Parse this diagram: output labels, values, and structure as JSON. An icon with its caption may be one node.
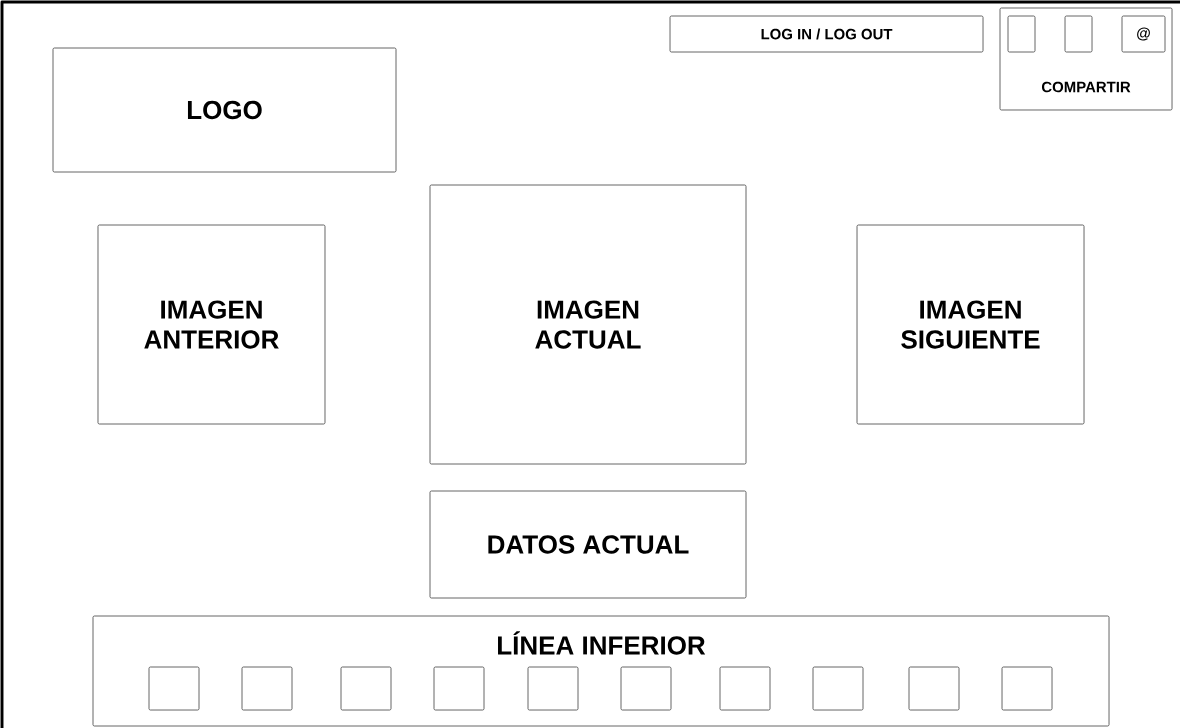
{
  "diagram": {
    "nodes": [
      {
        "text": [
          "LOG IN / LOG OUT"
        ]
      },
      {
        "text": [
          "COMPARTIR"
        ]
      },
      {
        "text": [],
        "shape": "box",
        "in": 1
      },
      {
        "text": [],
        "shape": "box",
        "in": 1
      },
      {
        "text": [
          "@"
        ],
        "in": 1
      },
      {
        "text": [
          "LOGO"
        ]
      },
      {
        "text": [
          "IMAGEN ANTERIOR"
        ]
      },
      {
        "text": [
          "IMAGEN ACTUAL"
        ]
      },
      {
        "text": [
          "IMAGEN SIGUIENTE"
        ]
      },
      {
        "text": [
          "DATOS ACTUAL"
        ]
      },
      {
        "text": [
          "LÍNEA INFERIOR"
        ]
      },
      {
        "text": [],
        "shape": "box",
        "in": 10
      },
      {
        "text": [],
        "shape": "box",
        "in": 10
      },
      {
        "text": [],
        "shape": "box",
        "in": 10
      },
      {
        "text": [],
        "shape": "box",
        "in": 10
      },
      {
        "text": [],
        "shape": "box",
        "in": 10
      },
      {
        "text": [],
        "shape": "box",
        "in": 10
      },
      {
        "text": [],
        "shape": "box",
        "in": 10
      },
      {
        "text": [],
        "shape": "box",
        "in": 10
      },
      {
        "text": [],
        "shape": "box",
        "in": 10
      },
      {
        "text": [],
        "shape": "box",
        "in": 10
      }
    ]
  }
}
